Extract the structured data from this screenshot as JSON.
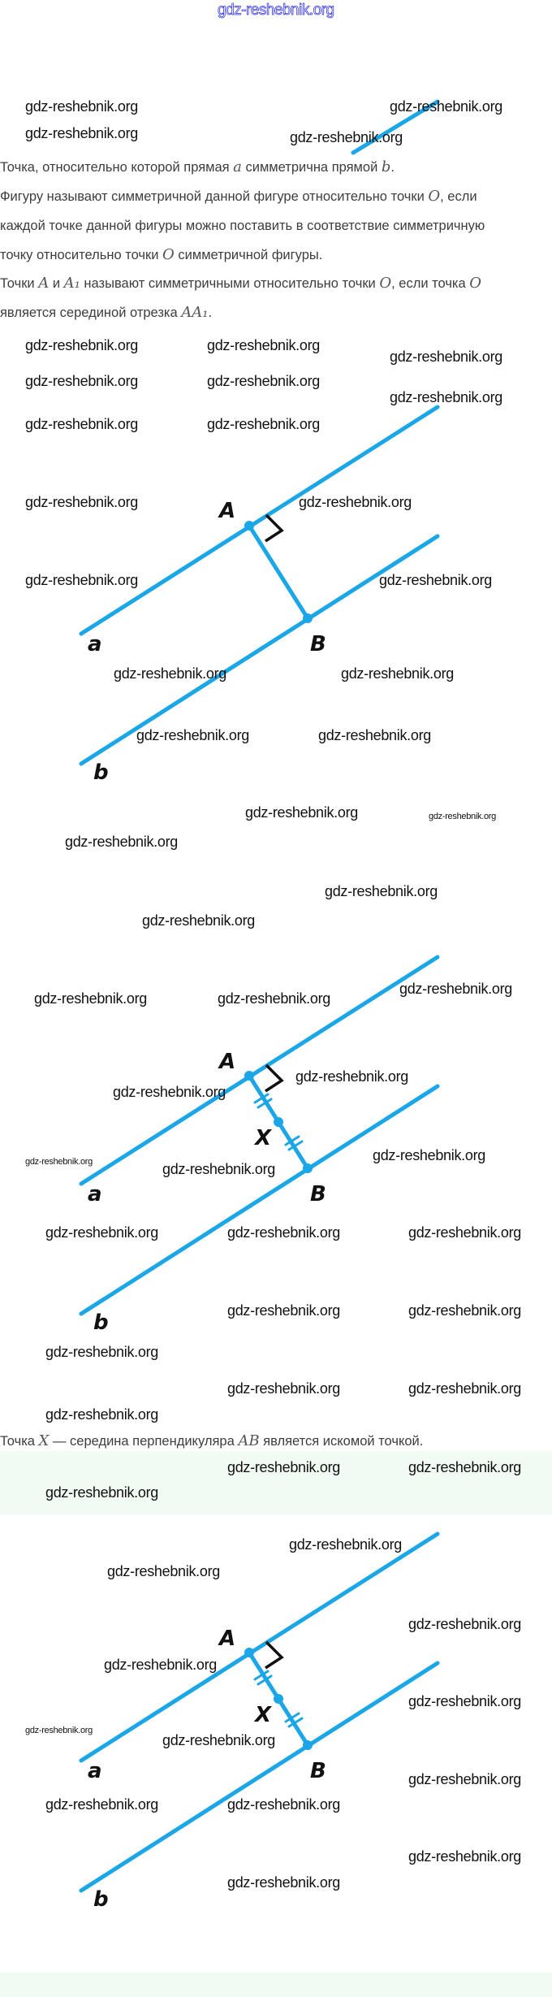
{
  "header": {
    "logo": "gdz-reshebnik.org"
  },
  "text": {
    "line1": {
      "pre": "Точка, относительно которой прямая ",
      "m1": "a",
      "mid": " симметрична прямой ",
      "m2": "b",
      "post": "."
    },
    "line2": {
      "pre": "Фигуру называют симметричной данной фигуре относительно точки ",
      "m1": "O",
      "post": ", если"
    },
    "line3": {
      "pre": "каждой точке данной фигуры можно поставить в соответствие симметричную"
    },
    "line4": {
      "pre": "точку относительно точки ",
      "m1": "O",
      "post": " симметричной фигуры."
    },
    "line5": {
      "pre": "Точки ",
      "m1": "A",
      "mid": " и ",
      "m2": "A₁",
      "mid2": " называют симметричными относительно точки ",
      "m3": "O",
      "post": ", если точка ",
      "m4": "O"
    },
    "line6": {
      "pre": "является серединой отрезка ",
      "m1": "AA₁",
      "post": "."
    },
    "answer": {
      "pre": "Точка ",
      "m1": "X",
      "mid": " — середина перпендикуляра ",
      "m2": "AB",
      "post": " является искомой точкой."
    }
  },
  "figures": [
    {
      "point_a": "A",
      "point_b": "B",
      "line_a": "a",
      "line_b": "b"
    },
    {
      "point_a": "A",
      "point_b": "B",
      "point_x": "X",
      "line_a": "a",
      "line_b": "b"
    },
    {
      "point_a": "A",
      "point_b": "B",
      "point_x": "X",
      "line_a": "a",
      "line_b": "b"
    }
  ],
  "colors": {
    "line": "#1ba6e8",
    "band": "#f1fbf3"
  },
  "watermark": "gdz-reshebnik.org"
}
